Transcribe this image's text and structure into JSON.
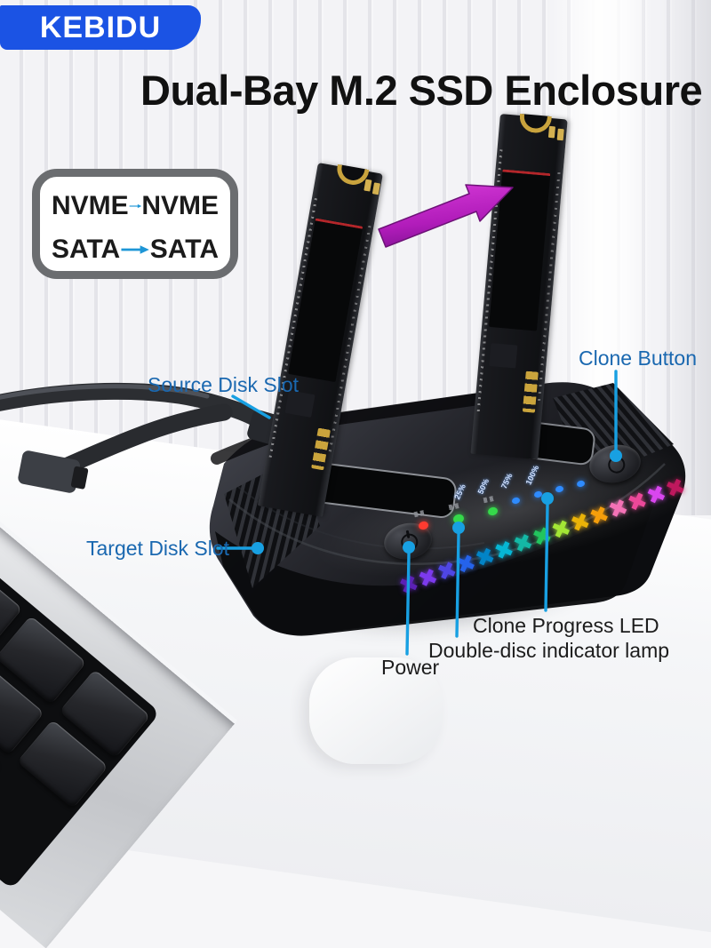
{
  "logo": {
    "text": "KEBIDU"
  },
  "title": {
    "text": "Dual-Bay M.2 SSD Enclosure"
  },
  "compatibility": {
    "rows": [
      {
        "source": "NVME",
        "target": "NVME"
      },
      {
        "source": "SATA",
        "target": "SATA"
      }
    ]
  },
  "callouts": {
    "clone_button": "Clone Button",
    "source_disk_slot": "Source Disk Slot",
    "target_disk_slot": "Target Disk Slot",
    "clone_progress_led": "Clone Progress LED",
    "double_disc_indicator": "Double-disc indicator lamp",
    "power": "Power"
  },
  "device": {
    "progress_labels": [
      "25%",
      "50%",
      "75%",
      "100%"
    ],
    "rgb_glyph": "✖",
    "rgb_colors": [
      "#5b21b6",
      "#7c3aed",
      "#4f46e5",
      "#2563eb",
      "#0284c7",
      "#06b6d4",
      "#14b8a6",
      "#22c55e",
      "#a3e635",
      "#eab308",
      "#f59e0b",
      "#f472b6",
      "#ec4899",
      "#d946ef",
      "#be185d"
    ],
    "led_colors": {
      "power_status": "#ff3b30",
      "disk_indicator": "#35d94a",
      "progress": "#2e8bff"
    }
  },
  "colors": {
    "logo_bg": "#1b53e4",
    "callout_text": "#1a68b0",
    "callout_line": "#18a0e2",
    "title_text": "#111111",
    "compat_arrow": "#1e96d6",
    "transfer_arrow": "#bb1fc4"
  }
}
